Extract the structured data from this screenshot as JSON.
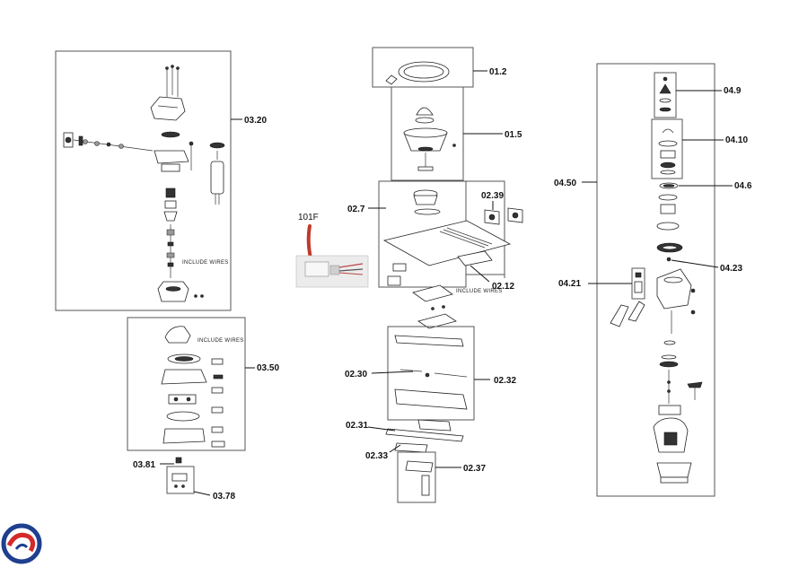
{
  "labels": {
    "l01_2": "01.2",
    "l01_5": "01.5",
    "l02_7": "02.7",
    "l02_39": "02.39",
    "l02_12": "02.12",
    "l02_30": "02.30",
    "l02_32": "02.32",
    "l02_31": "02.31",
    "l02_33": "02.33",
    "l02_37": "02.37",
    "l03_20": "03.20",
    "l03_50": "03.50",
    "l03_81": "03.81",
    "l03_78": "03.78",
    "l04_9": "04.9",
    "l04_10": "04.10",
    "l04_50": "04.50",
    "l04_6": "04.6",
    "l04_23": "04.23",
    "l04_21": "04.21",
    "l101F": "101F"
  },
  "notes": {
    "include_wires_1": "INCLUDE WIRES",
    "include_wires_2": "INCLUDE WIRES",
    "include_wires_3": "INCLUDE WIRES"
  },
  "colors": {
    "logo_blue": "#1f3f8f",
    "logo_red": "#d42a2a",
    "wire_red": "#c0392b"
  },
  "icons": {
    "brand_logo": "swirl-logo-icon"
  }
}
